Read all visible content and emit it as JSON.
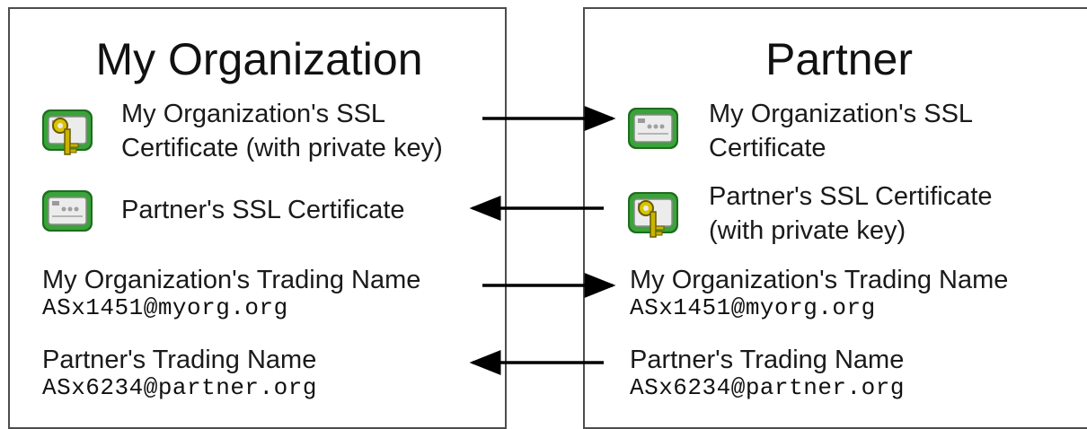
{
  "left_panel": {
    "title": "My Organization",
    "cert_own": {
      "icon": "certificate-with-key-icon",
      "line1": "My Organization's SSL",
      "line2": "Certificate (with private key)"
    },
    "cert_partner": {
      "icon": "certificate-icon",
      "line1": "Partner's SSL Certificate"
    },
    "trading_own": {
      "label": "My Organization's Trading Name",
      "email": "ASx1451@myorg.org"
    },
    "trading_partner": {
      "label": "Partner's Trading Name",
      "email": "ASx6234@partner.org"
    }
  },
  "right_panel": {
    "title": "Partner",
    "cert_myorg": {
      "icon": "certificate-icon",
      "line1": "My Organization's SSL",
      "line2": "Certificate"
    },
    "cert_own": {
      "icon": "certificate-with-key-icon",
      "line1": "Partner's SSL Certificate",
      "line2": "(with private key)"
    },
    "trading_myorg": {
      "label": "My Organization's Trading Name",
      "email": "ASx1451@myorg.org"
    },
    "trading_own": {
      "label": "Partner's Trading Name",
      "email": "ASx6234@partner.org"
    }
  },
  "colors": {
    "icon_green": "#2f8f2f",
    "icon_card": "#e8e8e8",
    "key_gold": "#c8b400",
    "border": "#4d4d4d",
    "arrow": "#000000"
  }
}
